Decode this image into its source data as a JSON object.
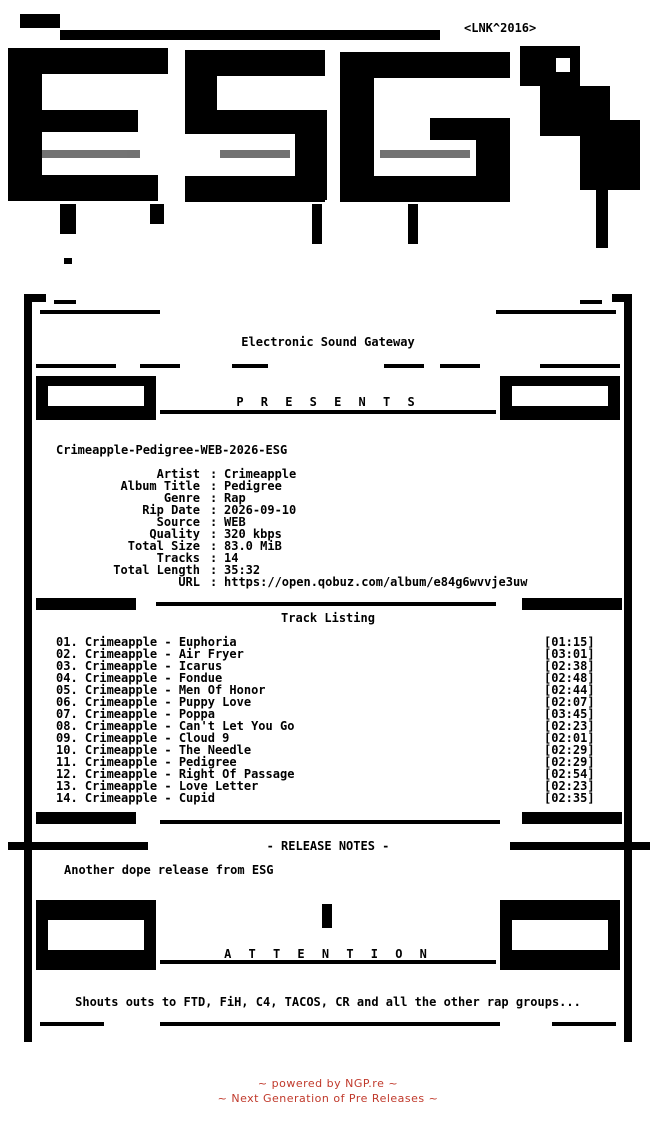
{
  "tag": "<LNK^2016>",
  "group_name": "Electronic Sound Gateway",
  "presents": "P R E S E N T S",
  "release_name": "Crimeapple-Pedigree-WEB-2026-ESG",
  "info": [
    {
      "label": "Artist",
      "value": "Crimeapple"
    },
    {
      "label": "Album Title",
      "value": "Pedigree"
    },
    {
      "label": "Genre",
      "value": "Rap"
    },
    {
      "label": "Rip Date",
      "value": "2026-09-10"
    },
    {
      "label": "Source",
      "value": "WEB"
    },
    {
      "label": "Quality",
      "value": "320 kbps"
    },
    {
      "label": "Total Size",
      "value": "83.0 MiB"
    },
    {
      "label": "Tracks",
      "value": "14"
    },
    {
      "label": "Total Length",
      "value": "35:32"
    },
    {
      "label": "URL",
      "value": "https://open.qobuz.com/album/e84g6wvvje3uw"
    }
  ],
  "track_listing_title": "Track Listing",
  "tracks": [
    {
      "line": "01. Crimeapple - Euphoria",
      "duration": "[01:15]"
    },
    {
      "line": "02. Crimeapple - Air Fryer",
      "duration": "[03:01]"
    },
    {
      "line": "03. Crimeapple - Icarus",
      "duration": "[02:38]"
    },
    {
      "line": "04. Crimeapple - Fondue",
      "duration": "[02:48]"
    },
    {
      "line": "05. Crimeapple - Men Of Honor",
      "duration": "[02:44]"
    },
    {
      "line": "06. Crimeapple - Puppy Love",
      "duration": "[02:07]"
    },
    {
      "line": "07. Crimeapple - Poppa",
      "duration": "[03:45]"
    },
    {
      "line": "08. Crimeapple - Can't Let You Go",
      "duration": "[02:23]"
    },
    {
      "line": "09. Crimeapple - Cloud 9",
      "duration": "[02:01]"
    },
    {
      "line": "10. Crimeapple - The Needle",
      "duration": "[02:29]"
    },
    {
      "line": "11. Crimeapple - Pedigree",
      "duration": "[02:29]"
    },
    {
      "line": "12. Crimeapple - Right Of Passage",
      "duration": "[02:54]"
    },
    {
      "line": "13. Crimeapple - Love Letter",
      "duration": "[02:23]"
    },
    {
      "line": "14. Crimeapple - Cupid",
      "duration": "[02:35]"
    }
  ],
  "release_notes_title": "- RELEASE NOTES -",
  "release_notes": "Another dope release from ESG",
  "attention": "A T T E N T I O N",
  "shoutouts": "Shouts outs to FTD, FiH, C4, TACOS, CR and all the other rap groups...",
  "footer": {
    "line1": "~ powered by NGP.re ~",
    "line2": "~ Next Generation of Pre Releases ~"
  }
}
